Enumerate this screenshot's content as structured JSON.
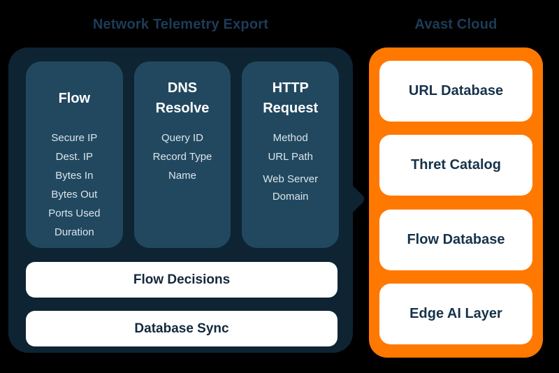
{
  "colors": {
    "background": "#000000",
    "panel_dark": "#0e2433",
    "card_slate": "#21485f",
    "accent_orange": "#ff7800",
    "card_white": "#ffffff",
    "heading_text": "#1d3c59",
    "dark_text": "#13293c",
    "item_text": "#dbe5ec"
  },
  "left_panel": {
    "title": "Network Telemetry Export",
    "cards": [
      {
        "title": "Flow",
        "items": [
          "Secure IP",
          "Dest. IP",
          "Bytes In",
          "Bytes Out",
          "Ports Used",
          "Duration"
        ]
      },
      {
        "title": "DNS Resolve",
        "items": [
          "Query ID",
          "Record Type",
          "Name"
        ]
      },
      {
        "title": "HTTP Request",
        "items": [
          "Method",
          "URL Path",
          "Web Server Domain"
        ]
      }
    ],
    "bars": [
      "Flow Decisions",
      "Database Sync"
    ]
  },
  "right_panel": {
    "title": "Avast Cloud",
    "items": [
      "URL Database",
      "Thret Catalog",
      "Flow Database",
      "Edge AI Layer"
    ]
  }
}
